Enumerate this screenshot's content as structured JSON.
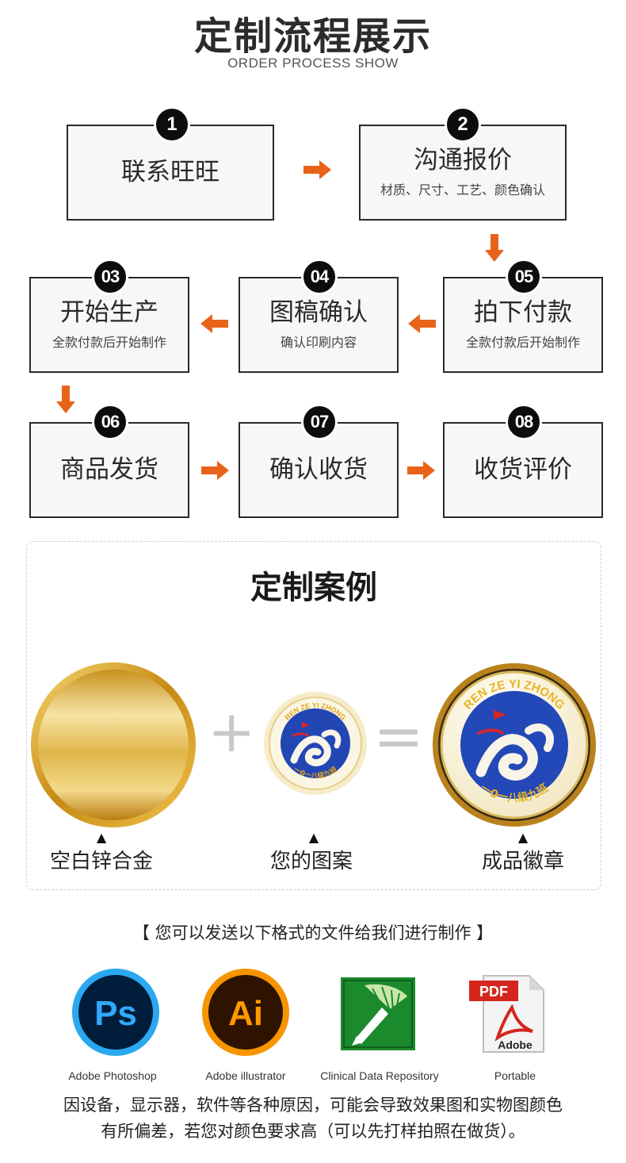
{
  "header": {
    "title": "定制流程展示",
    "subtitle": "ORDER PROCESS SHOW"
  },
  "steps": [
    {
      "badge": "1",
      "title": "联系旺旺",
      "sub": ""
    },
    {
      "badge": "2",
      "title": "沟通报价",
      "sub": "材质、尺寸、工艺、颜色确认"
    },
    {
      "badge": "03",
      "title": "开始生产",
      "sub": "全款付款后开始制作"
    },
    {
      "badge": "04",
      "title": "图稿确认",
      "sub": "确认印刷内容"
    },
    {
      "badge": "05",
      "title": "拍下付款",
      "sub": "全款付款后开始制作"
    },
    {
      "badge": "06",
      "title": "商品发货",
      "sub": ""
    },
    {
      "badge": "07",
      "title": "确认收货",
      "sub": ""
    },
    {
      "badge": "08",
      "title": "收货评价",
      "sub": ""
    }
  ],
  "case": {
    "title": "定制案例",
    "marker": "▲",
    "items": [
      {
        "label": "空白锌合金"
      },
      {
        "label": "您的图案"
      },
      {
        "label": "成品徽章"
      }
    ],
    "badge_text_top": "REN ZE YI ZHONG",
    "badge_text_bottom": "一0一八级九班",
    "operators": {
      "plus": "+",
      "equals": "="
    }
  },
  "formats": {
    "heading": "【 您可以发送以下格式的文件给我们进行制作 】",
    "items": [
      {
        "icon": "photoshop-icon",
        "glyph": "Ps",
        "label": "Adobe Photoshop",
        "color": "#31a8ff"
      },
      {
        "icon": "illustrator-icon",
        "glyph": "Ai",
        "label": "Adobe illustrator",
        "color": "#ff9a00"
      },
      {
        "icon": "coreldraw-icon",
        "glyph": "",
        "label": "Clinical Data Repository",
        "color": "#1c8c2e"
      },
      {
        "icon": "pdf-icon",
        "glyph": "PDF",
        "sub": "Adobe",
        "label": "Portable",
        "color": "#d4261e"
      }
    ]
  },
  "note": {
    "line1": "因设备，显示器，软件等各种原因，可能会导致效果图和实物图颜色",
    "line2": "有所偏差，若您对颜色要求高（可以先打样拍照在做货）。"
  },
  "colors": {
    "arrow": "#e8631a",
    "border": "#2a2a2a",
    "badge": "#0d0d0d"
  }
}
